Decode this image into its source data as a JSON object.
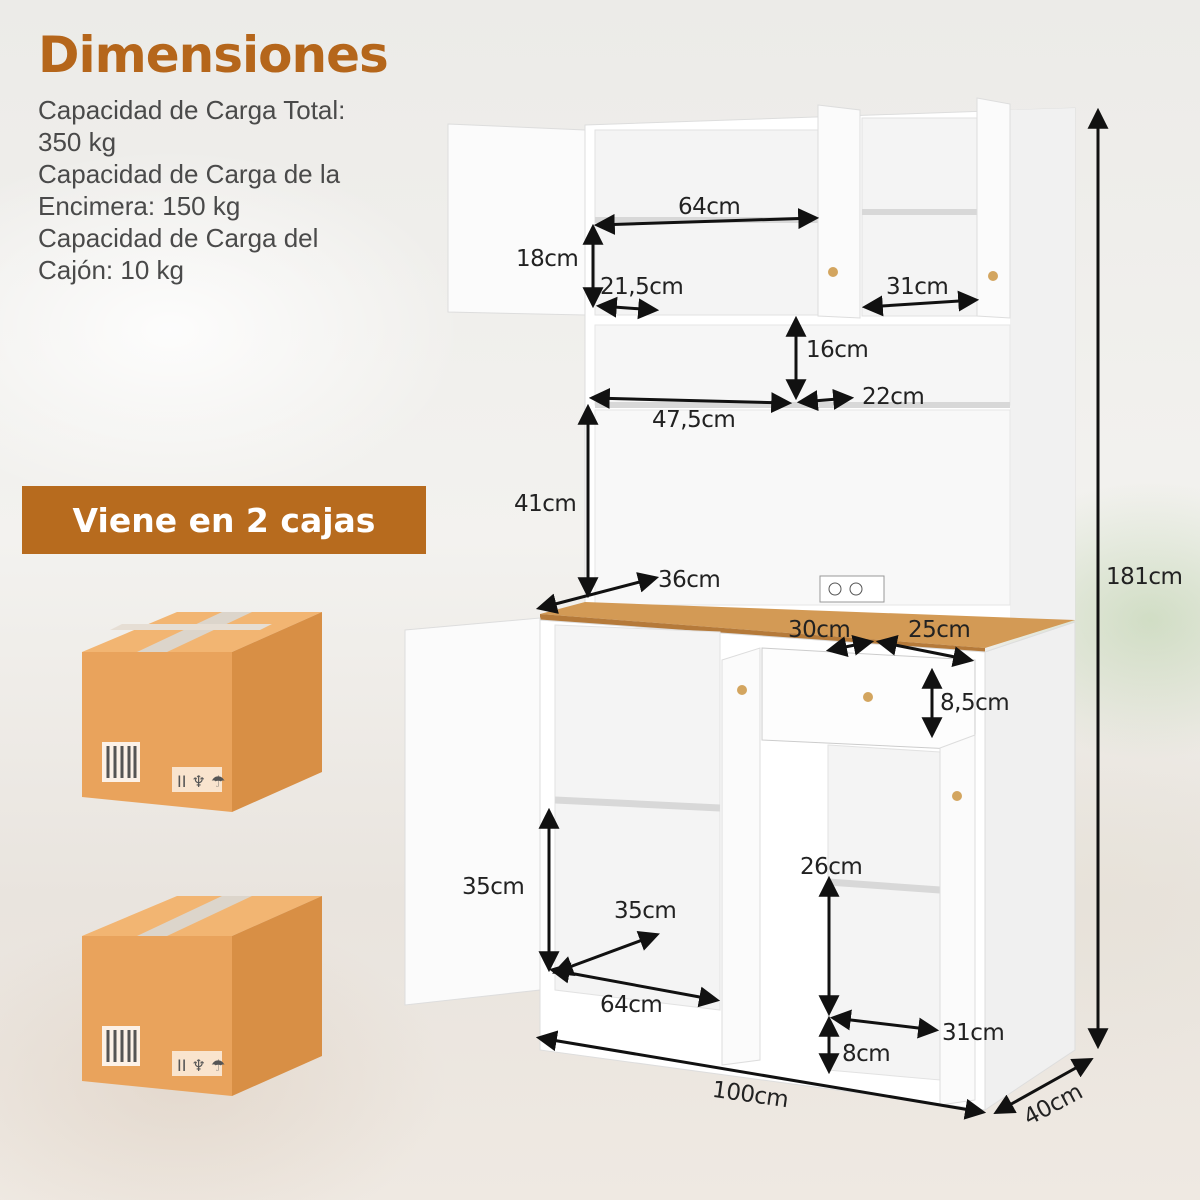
{
  "header": {
    "title": "Dimensiones"
  },
  "capacity_lines": [
    "Capacidad de Carga Total:\n350 kg",
    "Capacidad de Carga de la\nEncimera: 150 kg",
    "Capacidad de Carga del\nCajón: 10 kg"
  ],
  "banner": {
    "label": "Viene en 2 cajas"
  },
  "dimensions": {
    "upper_width": "64cm",
    "upper_height": "18cm",
    "upper_depth": "21,5cm",
    "right_upper_width": "31cm",
    "open_shelf_height": "16cm",
    "open_shelf_right_width": "22cm",
    "open_shelf_width": "47,5cm",
    "hutch_height": "41cm",
    "counter_depth": "36cm",
    "drawer_width": "30cm",
    "drawer_depth": "25cm",
    "drawer_height": "8,5cm",
    "lower_left_height": "35cm",
    "lower_left_depth": "35cm",
    "lower_left_width": "64cm",
    "lower_right_height": "26cm",
    "lower_right_width": "31cm",
    "base_height": "8cm",
    "total_width": "100cm",
    "total_depth": "40cm",
    "total_height": "181cm"
  },
  "colors": {
    "accent": "#b76b1e",
    "box": "#e9a35c",
    "tape": "#d9d2c8",
    "wood": "#d39a55"
  }
}
